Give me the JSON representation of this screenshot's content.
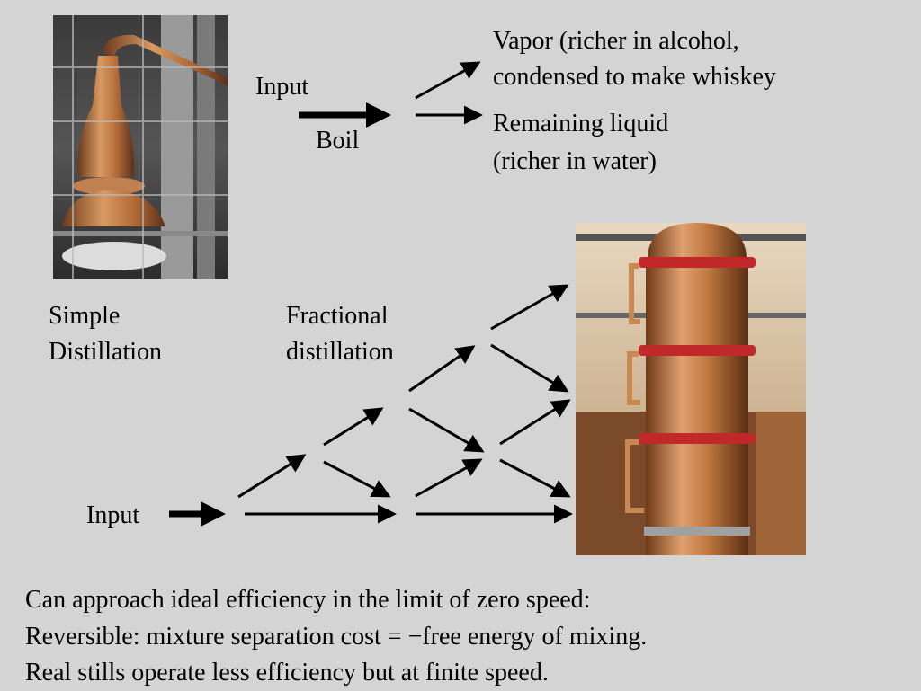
{
  "simple": {
    "input_label": "Input",
    "boil_label": "Boil",
    "vapor_line1": "Vapor (richer in alcohol,",
    "vapor_line2": "condensed to make whiskey",
    "liquid_line1": "Remaining liquid",
    "liquid_line2": "(richer in water)",
    "caption_line1": "Simple",
    "caption_line2": "Distillation"
  },
  "fractional": {
    "caption_line1": "Fractional",
    "caption_line2": "distillation",
    "input_label": "Input"
  },
  "notes": {
    "line1": "Can approach ideal efficiency in the limit of zero speed:",
    "line2": "Reversible: mixture separation cost =  −free energy of mixing.",
    "line3": "Real stills operate less efficiency but at finite speed."
  },
  "colors": {
    "background": "#d4d4d4",
    "copper": "#b8733f",
    "flange_red": "#c0282a"
  }
}
